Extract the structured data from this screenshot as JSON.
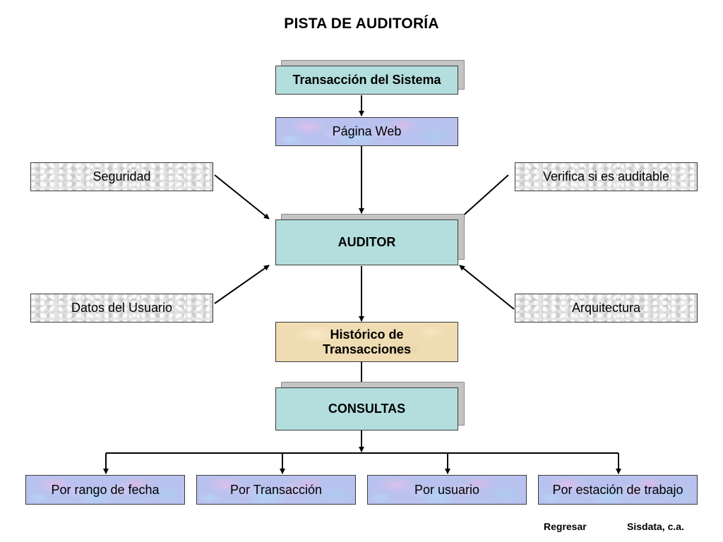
{
  "title": "PISTA  DE AUDITORÍA",
  "nodes": {
    "transaccion": "Transacción del Sistema",
    "pagina_web": "Página Web",
    "seguridad": "Seguridad",
    "verifica": "Verifica si es auditable",
    "auditor": "AUDITOR",
    "datos_usuario": "Datos del Usuario",
    "arquitectura": "Arquitectura",
    "historico_line1": "Histórico de",
    "historico_line2": "Transacciones",
    "consultas": "CONSULTAS",
    "por_rango": "Por rango de fecha",
    "por_transaccion": "Por Transacción",
    "por_usuario": "Por usuario",
    "por_estacion": "Por estación de trabajo"
  },
  "footer": {
    "regresar": "Regresar",
    "company": "Sisdata, c.a."
  },
  "colors": {
    "teal_box": "#b4dede",
    "purple_box": "#b9c2ee",
    "gray_box": "#e4e4e4",
    "tan_box": "#efdcb2",
    "shadow": "#c4c4c4",
    "line": "#000000"
  }
}
